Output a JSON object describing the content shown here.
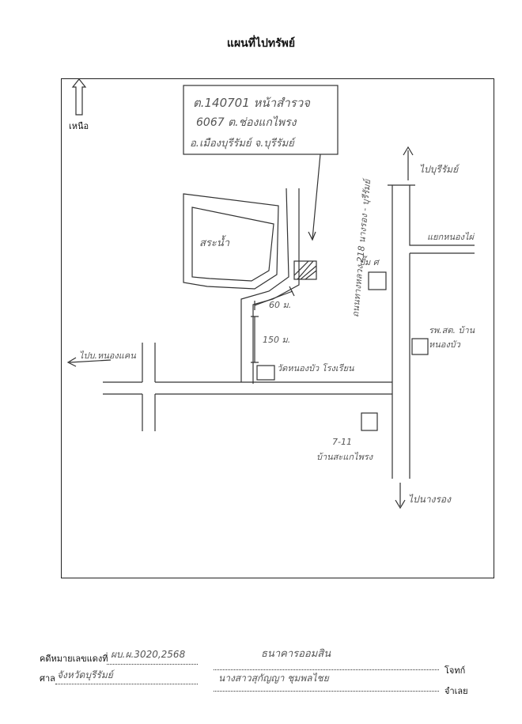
{
  "title": "แผนที่ไปทรัพย์",
  "north_label": "เหนือ",
  "address_box": {
    "line1": "ต.140701 หน้าสำรวจ",
    "line2": "6067 ต.ช่องแกไพรง",
    "line3": "อ.เมืองบุรีรัมย์ จ.บุรีรัมย์"
  },
  "labels": {
    "pond": "สระน้ำ",
    "to_buriram": "ไปบุรีรัมย์",
    "gas_station": "ปั๊ม ศ",
    "intersection": "แยกหนองไผ่",
    "highway": "ถนนทางหลวง 218 นางรอง - บุรีรัมย์",
    "dist_60": "60 ม.",
    "dist_150": "150 ม.",
    "temple_school": "วัดหนองบัว โรงเรียน",
    "health_center": "รพ.สต. บ้านหนองบัว",
    "to_nongkhaen": "ไปบ.หนองแคน",
    "seven_eleven": "7-11",
    "seven_branch": "บ้านสะแกไพรง",
    "to_nangrong": "ไปนางรอง"
  },
  "footer": {
    "case_label": "คดีหมายเลขแดงที่",
    "case_value": "ผบ.ผ.3020,2568",
    "court_label": "ศาล",
    "court_value": "จังหวัดบุรีรัมย์",
    "plaintiff_value": "ธนาคารออมสิน",
    "plaintiff_label": "โจทก์",
    "defendant_value": "นางสาวสุกัญญา ชุมพลไชย",
    "defendant_label": "จำเลย"
  }
}
